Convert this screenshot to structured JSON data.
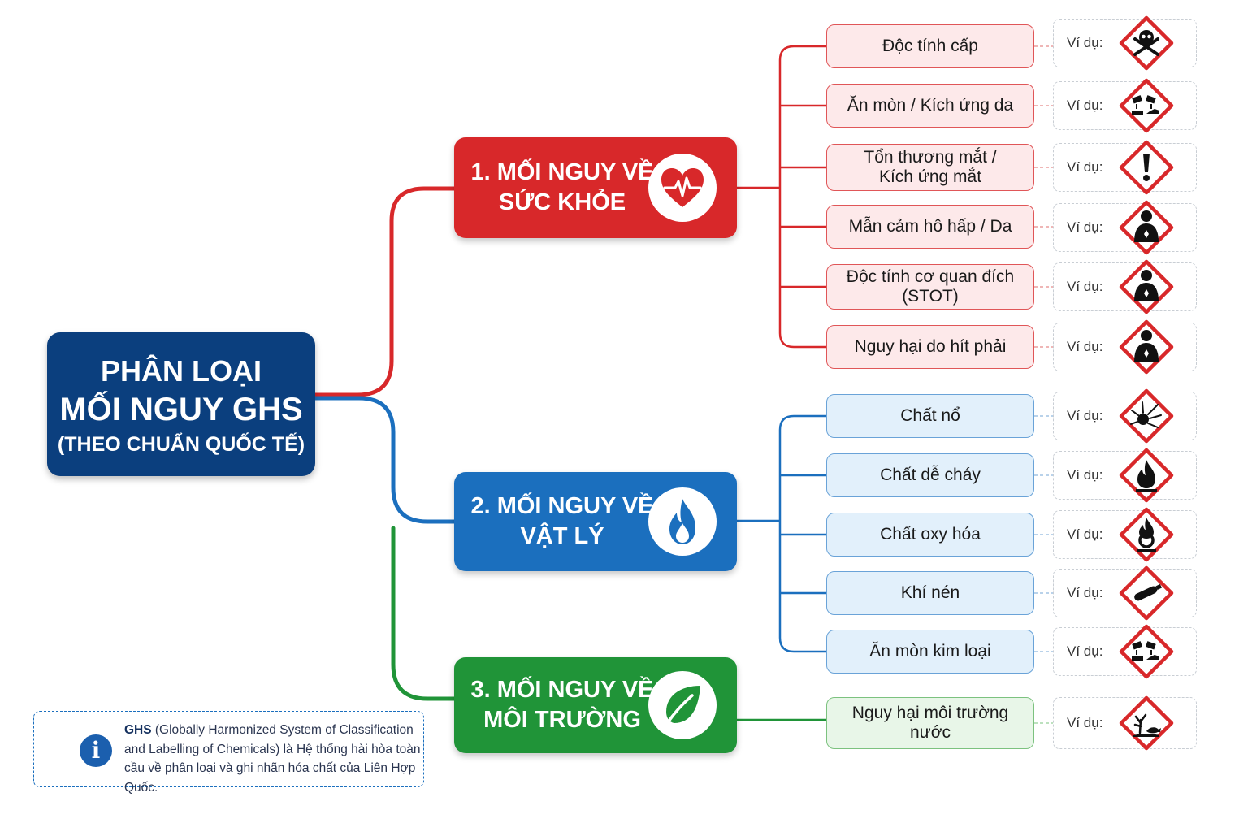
{
  "root": {
    "line1": "PHÂN LOẠI",
    "line2": "MỐI NGUY GHS",
    "line3": "(THEO CHUẨN QUỐC TẾ)"
  },
  "example_label": "Ví dụ:",
  "colors": {
    "root": "#0b3f7e",
    "health": "#d8282a",
    "physical": "#1b6fbe",
    "environment": "#209438"
  },
  "categories": [
    {
      "line1": "1. MỐI NGUY VỀ",
      "line2": "SỨC KHỎE",
      "icon": "heart-pulse-icon",
      "items": [
        {
          "lines": [
            "Độc tính cấp"
          ],
          "pictogram": "skull-crossbones-icon"
        },
        {
          "lines": [
            "Ăn mòn / Kích ứng da"
          ],
          "pictogram": "corrosion-icon"
        },
        {
          "lines": [
            "Tổn thương mắt /",
            "Kích ứng mắt"
          ],
          "pictogram": "exclamation-mark-icon"
        },
        {
          "lines": [
            "Mẫn cảm hô hấp / Da"
          ],
          "pictogram": "health-hazard-icon"
        },
        {
          "lines": [
            "Độc tính cơ quan đích",
            "(STOT)"
          ],
          "pictogram": "health-hazard-icon"
        },
        {
          "lines": [
            "Nguy hại do hít phải"
          ],
          "pictogram": "health-hazard-icon"
        }
      ]
    },
    {
      "line1": "2. MỐI NGUY VỀ",
      "line2": "VẬT LÝ",
      "icon": "flame-icon",
      "items": [
        {
          "lines": [
            "Chất nổ"
          ],
          "pictogram": "exploding-bomb-icon"
        },
        {
          "lines": [
            "Chất dễ cháy"
          ],
          "pictogram": "flame-icon"
        },
        {
          "lines": [
            "Chất oxy hóa"
          ],
          "pictogram": "flame-over-circle-icon"
        },
        {
          "lines": [
            "Khí nén"
          ],
          "pictogram": "gas-cylinder-icon"
        },
        {
          "lines": [
            "Ăn mòn kim loại"
          ],
          "pictogram": "corrosion-icon"
        }
      ]
    },
    {
      "line1": "3. MỐI NGUY VỀ",
      "line2": "MÔI TRƯỜNG",
      "icon": "leaf-icon",
      "items": [
        {
          "lines": [
            "Nguy hại môi trường",
            "nước"
          ],
          "pictogram": "environment-icon"
        }
      ]
    }
  ],
  "note": {
    "bold": "GHS",
    "text": " (Globally Harmonized System of Classification and Labelling of Chemicals) là Hệ thống hài hòa toàn cầu về phân loại và ghi nhãn hóa chất của Liên Hợp Quốc."
  }
}
